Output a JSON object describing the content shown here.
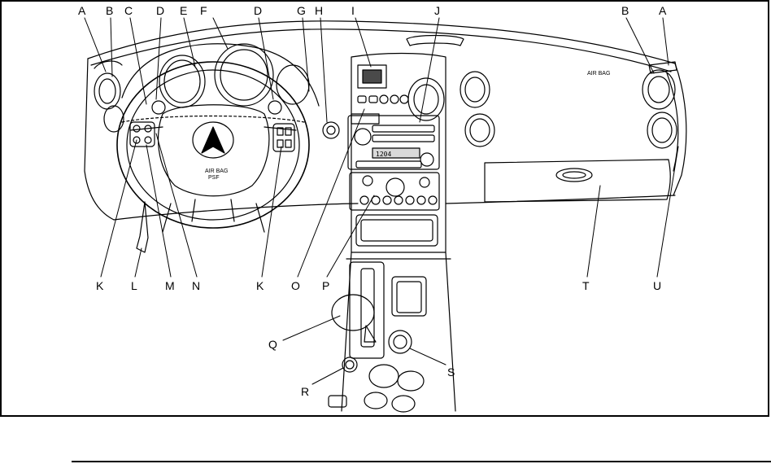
{
  "colors": {
    "ink": "#000000",
    "paper": "#ffffff",
    "shade": "#d9d9d9",
    "dark": "#4a4a4a"
  },
  "callouts_top": {
    "A_left": "A",
    "B_left": "B",
    "C": "C",
    "D_left": "D",
    "E": "E",
    "F": "F",
    "D_right": "D",
    "G": "G",
    "H": "H",
    "I": "I",
    "J": "J",
    "B_right": "B",
    "A_right": "A"
  },
  "callouts_bottom": {
    "K_left": "K",
    "L": "L",
    "M": "M",
    "N": "N",
    "K_right": "K",
    "O": "O",
    "P": "P",
    "T": "T",
    "U": "U",
    "Q": "Q",
    "S": "S",
    "R": "R"
  },
  "dash_text": {
    "airbag_dash": "AIR BAG",
    "airbag_wheel_1": "AIR BAG",
    "airbag_wheel_2": "PSF",
    "radio_display": "1204"
  },
  "icons": [
    "pontiac-emblem-icon",
    "shift-lever-icon",
    "ignition-icon",
    "power-outlet-icon",
    "lighter-icon",
    "vent-icon",
    "glovebox-latch-icon"
  ]
}
